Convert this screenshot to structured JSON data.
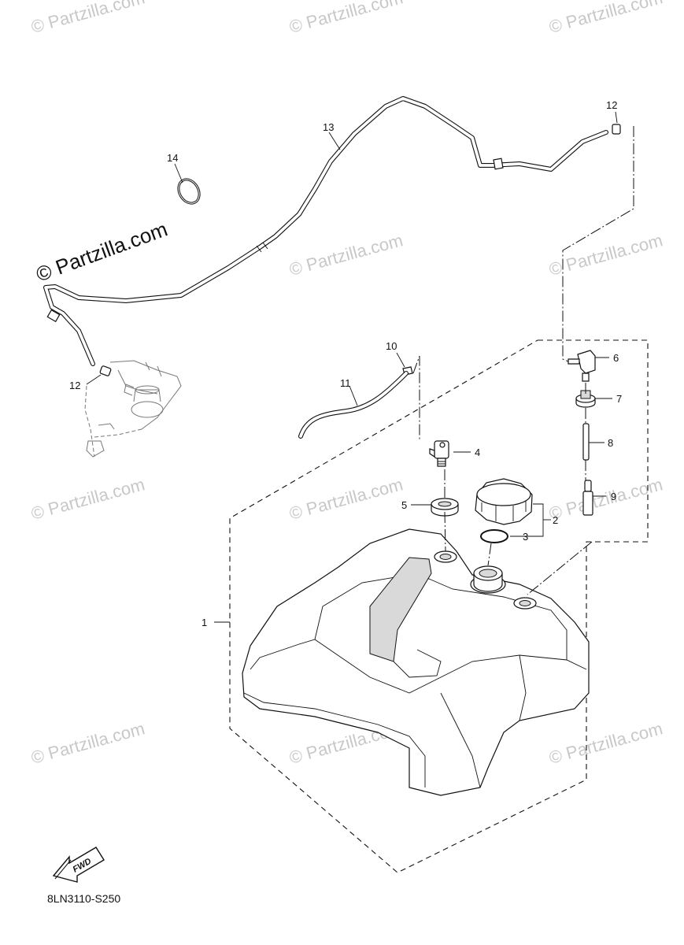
{
  "watermark": {
    "text": "© Partzilla.com",
    "color": "#c8c8c8"
  },
  "callouts": [
    {
      "id": "c1",
      "text": "1"
    },
    {
      "id": "c2",
      "text": "2"
    },
    {
      "id": "c3",
      "text": "3"
    },
    {
      "id": "c4",
      "text": "4"
    },
    {
      "id": "c5",
      "text": "5"
    },
    {
      "id": "c6",
      "text": "6"
    },
    {
      "id": "c7",
      "text": "7"
    },
    {
      "id": "c8",
      "text": "8"
    },
    {
      "id": "c9",
      "text": "9"
    },
    {
      "id": "c10",
      "text": "10"
    },
    {
      "id": "c11",
      "text": "11"
    },
    {
      "id": "c12a",
      "text": "12"
    },
    {
      "id": "c12b",
      "text": "12"
    },
    {
      "id": "c13",
      "text": "13"
    },
    {
      "id": "c14",
      "text": "14"
    }
  ],
  "fwd_label": "FWD",
  "diagram_code": "8LN3110-S250"
}
